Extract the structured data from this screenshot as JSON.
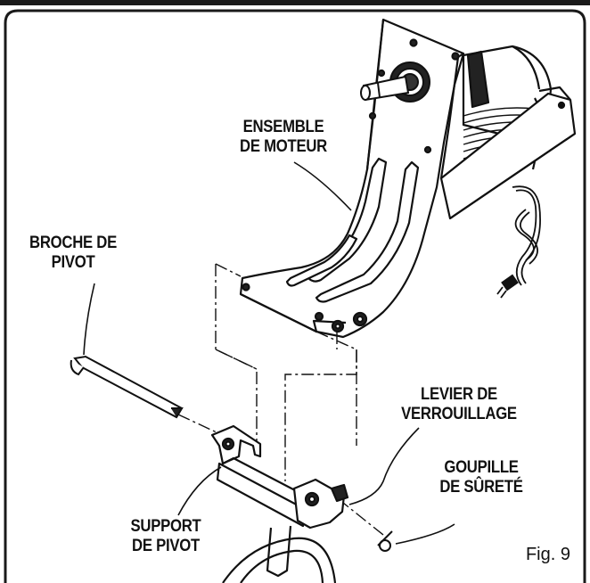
{
  "labels": {
    "motor_assembly": [
      "ENSEMBLE",
      "DE MOTEUR"
    ],
    "pivot_pin": [
      "BROCHE DE",
      "PIVOT"
    ],
    "locking_lever": [
      "LEVIER DE",
      "VERROUILLAGE"
    ],
    "safety_pin": [
      "GOUPILLE",
      "DE SÛRETÉ"
    ],
    "pivot_support": [
      "SUPPORT",
      "DE PIVOT"
    ]
  },
  "figure_label": "Fig. 9",
  "colors": {
    "ink": "#111111",
    "panel_border": "#1a1a1a",
    "background": "#ffffff"
  }
}
